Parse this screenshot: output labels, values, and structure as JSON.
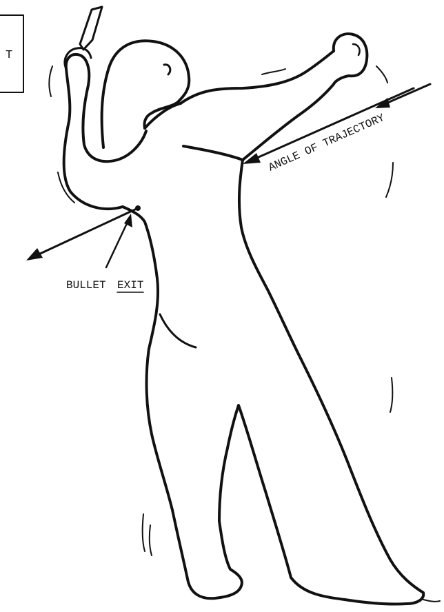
{
  "box_label": "T",
  "labels": {
    "angle_of_trajectory": "ANGLE OF TRAJECTORY",
    "bullet": "BULLET",
    "exit": "EXIT"
  },
  "colors": {
    "ink": "#111111",
    "paper": "#ffffff"
  }
}
